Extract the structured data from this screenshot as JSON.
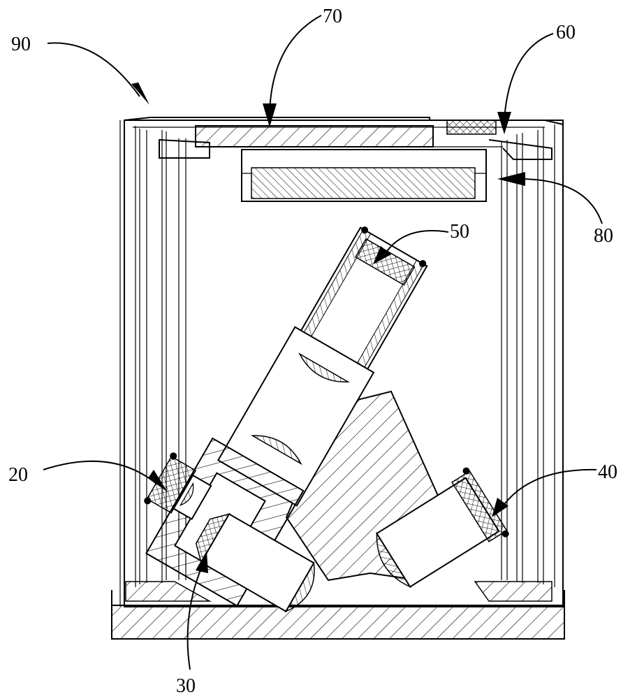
{
  "labels": {
    "l90": "90",
    "l70": "70",
    "l60": "60",
    "l80": "80",
    "l50": "50",
    "l20": "20",
    "l40": "40",
    "l30": "30"
  },
  "colors": {
    "line": "#000000",
    "background": "#ffffff"
  }
}
